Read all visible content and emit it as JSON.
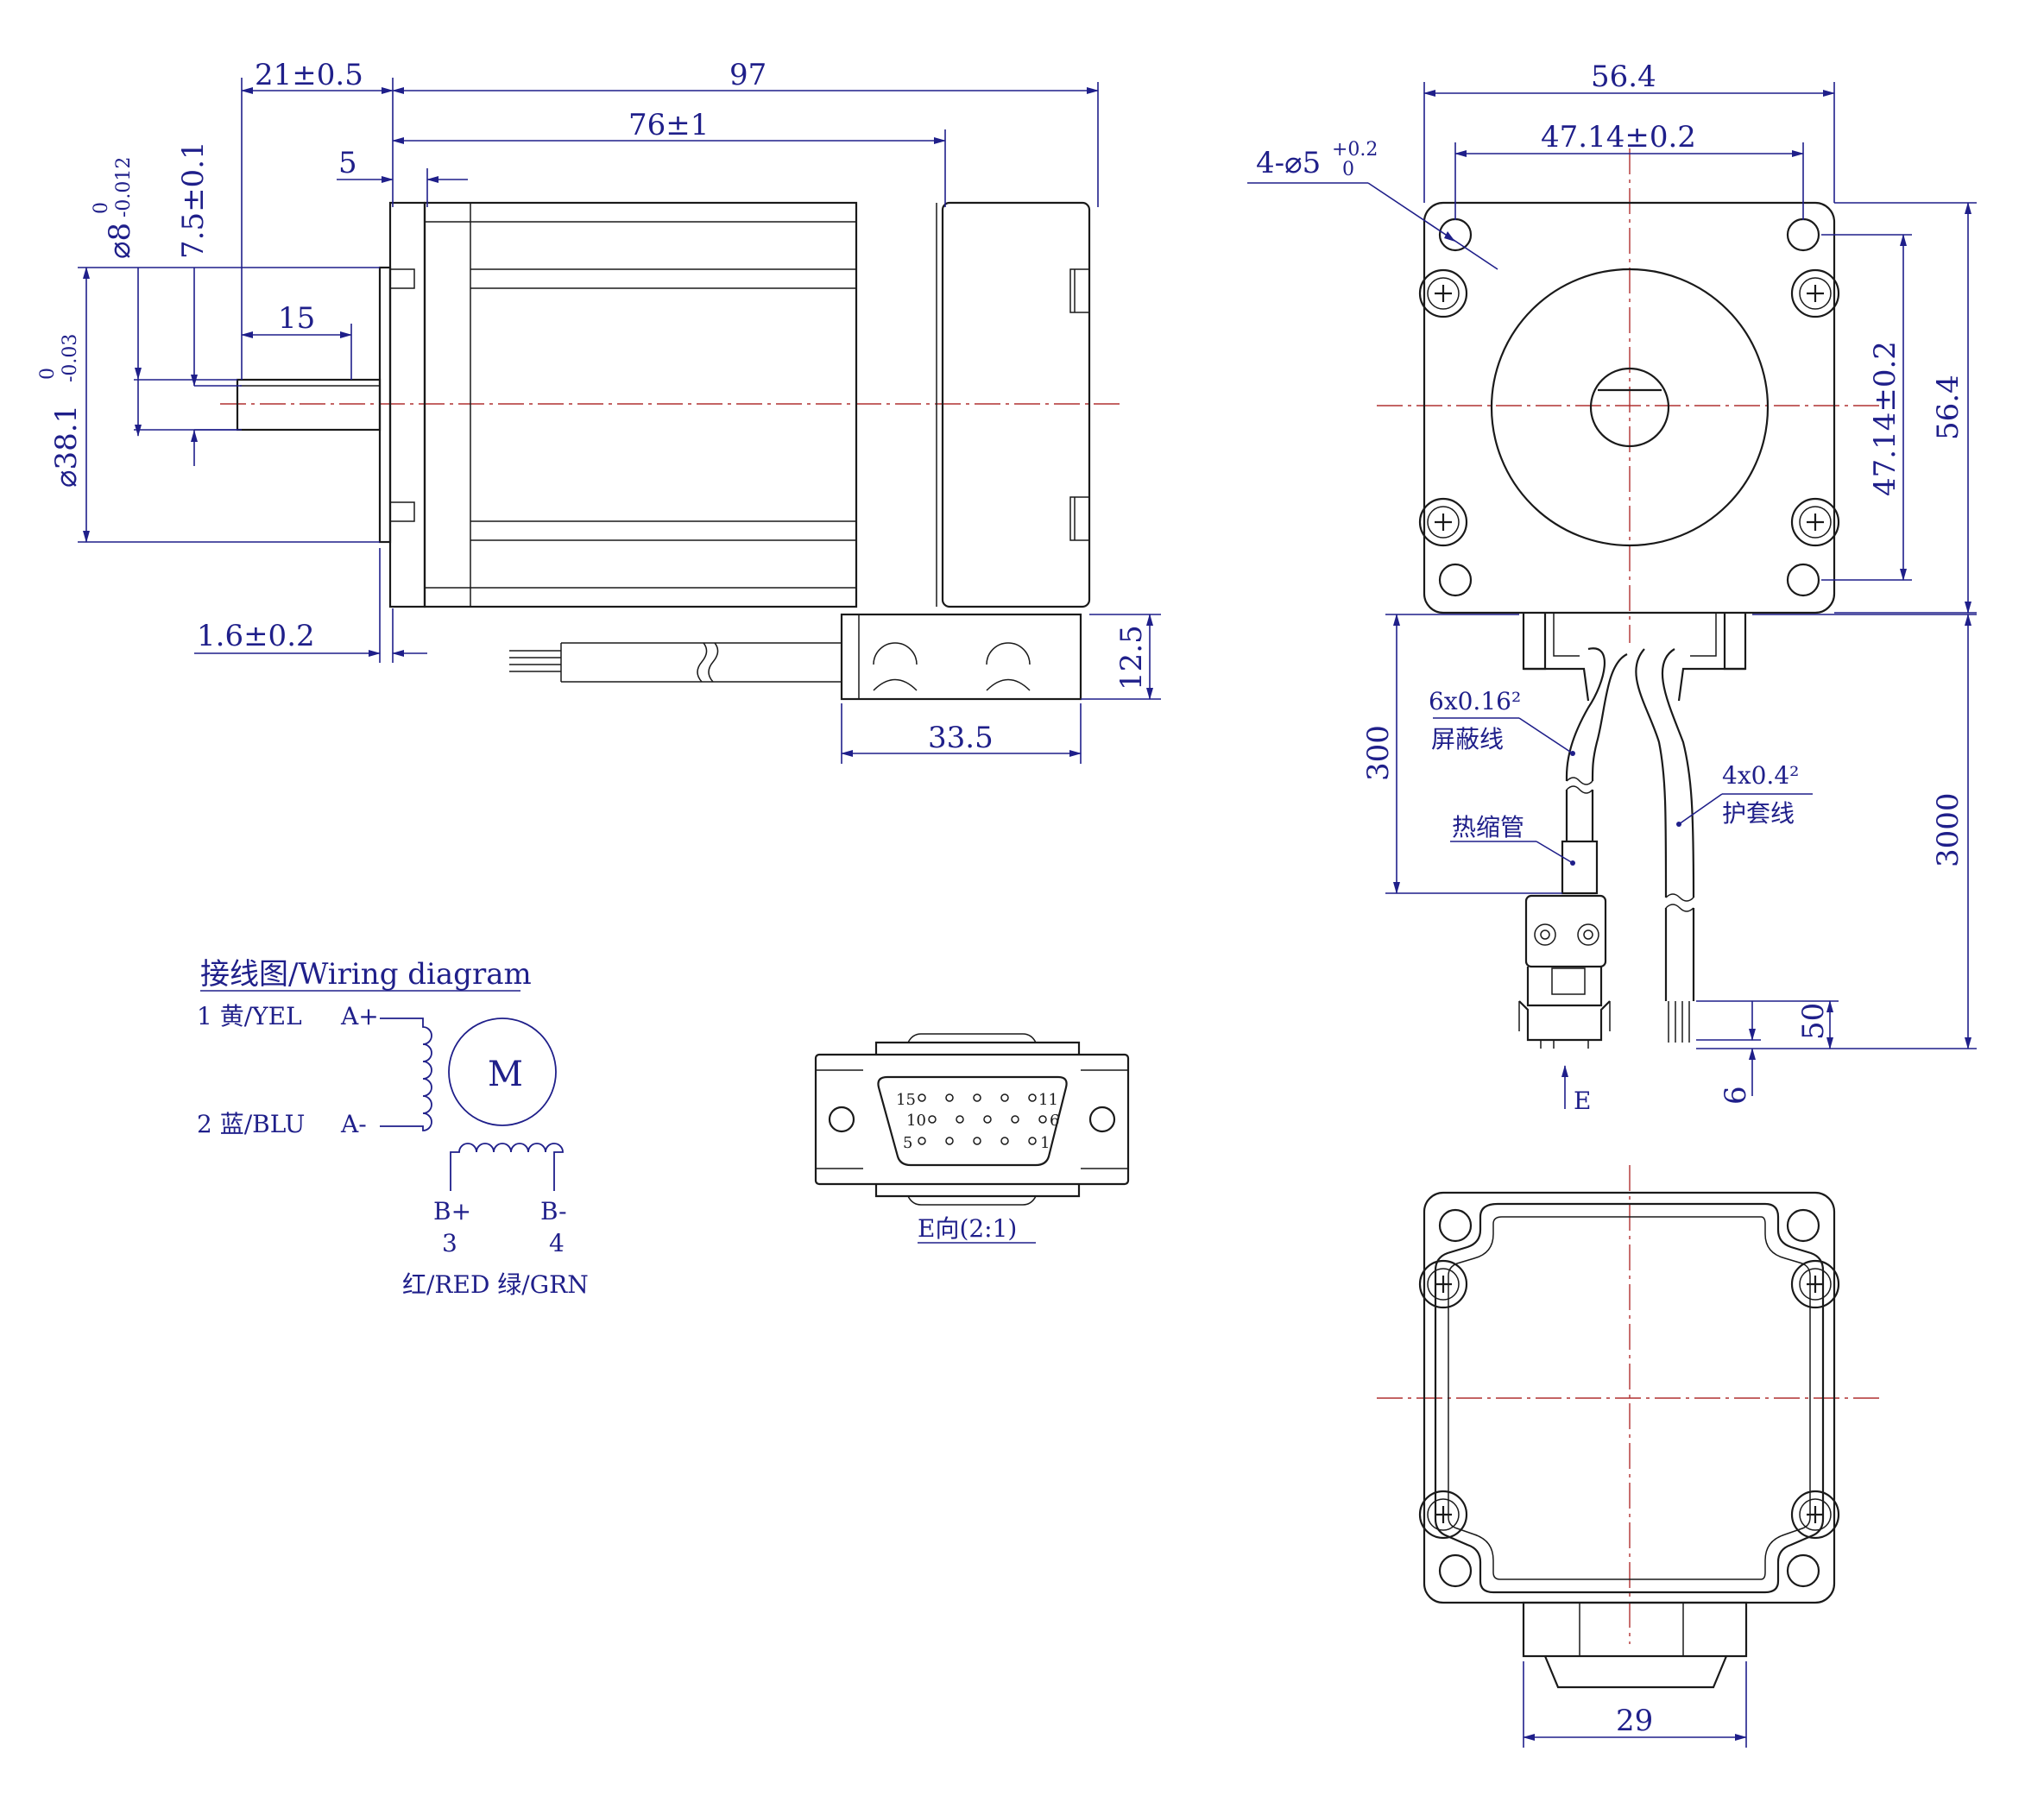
{
  "side_view": {
    "dim_flange_offset": "21±0.5",
    "dim_total_length": "97",
    "dim_body_length": "76±1",
    "dim_pilot_depth": "5",
    "dim_flat_diameter": "7.5±0.1",
    "dim_shaft_diameter_main": "⌀8",
    "dim_shaft_diameter_tol_upper": "0",
    "dim_shaft_diameter_tol_lower": "-0.012",
    "dim_flat_length": "15",
    "dim_pilot_diameter_main": "⌀38.1",
    "dim_pilot_diameter_tol_upper": "0",
    "dim_pilot_diameter_tol_lower": "-0.03",
    "dim_flange_thickness": "1.6±0.2",
    "dim_connector_height": "12.5",
    "dim_connector_width": "33.5"
  },
  "front_view": {
    "dim_width_top": "56.4",
    "dim_hole_spacing_h": "47.14±0.2",
    "dim_holes_main": "4-⌀5",
    "dim_holes_tol_upper": "+0.2",
    "dim_holes_tol_lower": "0",
    "dim_hole_spacing_v": "47.14±0.2",
    "dim_height_right": "56.4",
    "cable1_spec": "6x0.16²",
    "cable1_name": "屏蔽线",
    "cable2_spec": "4x0.4²",
    "cable2_name": "护套线",
    "sleeve_label": "热缩管",
    "dim_cable1_length": "300",
    "dim_cable2_length": "3000",
    "dim_strip_length": "50",
    "dim_strip_end": "6",
    "view_marker": "E"
  },
  "wiring": {
    "title": "接线图/Wiring diagram",
    "pin1": "1 黄/YEL",
    "pin1_phase": "A+",
    "pin2": "2 蓝/BLU",
    "pin2_phase": "A-",
    "motor_label": "M",
    "b_plus": "B+",
    "b_minus": "B-",
    "pin3_num": "3",
    "pin4_num": "4",
    "colors_b": "红/RED 绿/GRN"
  },
  "connector_view": {
    "caption": "E向(2:1)",
    "pin_15": "15",
    "pin_11": "11",
    "pin_10": "10",
    "pin_6": "6",
    "pin_5": "5",
    "pin_1": "1"
  },
  "rear_view": {
    "dim_connector_width": "29"
  }
}
